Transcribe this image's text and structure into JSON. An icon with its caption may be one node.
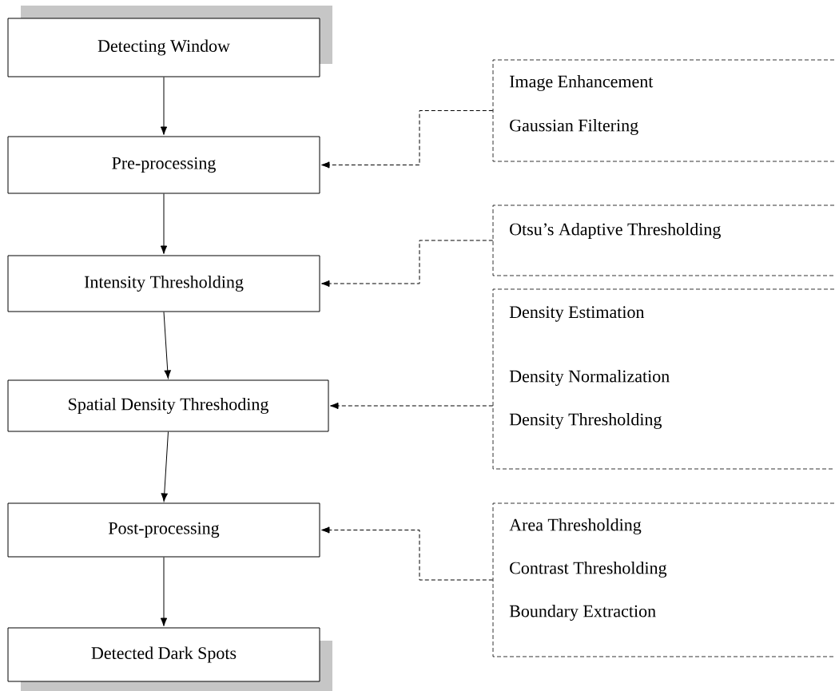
{
  "diagram": {
    "nodes": [
      {
        "text": [
          "Detecting Window"
        ]
      },
      {
        "text": [
          "Pre-processing"
        ]
      },
      {
        "text": [
          "Intensity Thresholding"
        ]
      },
      {
        "text": [
          "Spatial Density Threshoding"
        ]
      },
      {
        "text": [
          "Post-processing"
        ]
      },
      {
        "text": [
          "Detected Dark Spots"
        ]
      },
      {
        "text": [
          "Image Enhancement",
          "Gaussian Filtering"
        ]
      },
      {
        "text": [
          "Otsu’s Adaptive Thresholding"
        ]
      },
      {
        "text": [
          "Density Estimation",
          "Density Normalization",
          "Density Thresholding"
        ]
      },
      {
        "text": [
          "Area Thresholding",
          "Contrast Thresholding",
          "Boundary Extraction"
        ]
      }
    ],
    "edges": [
      {
        "from": 0,
        "to": 1,
        "arrow": "to"
      },
      {
        "from": 1,
        "to": 2,
        "arrow": "to"
      },
      {
        "from": 2,
        "to": 3,
        "arrow": "to"
      },
      {
        "from": 3,
        "to": 4,
        "arrow": "to"
      },
      {
        "from": 4,
        "to": 5,
        "arrow": "to"
      },
      {
        "from": 6,
        "to": 1,
        "arrow": "to",
        "style": "dashed"
      },
      {
        "from": 7,
        "to": 2,
        "arrow": "to",
        "style": "dashed"
      },
      {
        "from": 8,
        "to": 3,
        "arrow": "to",
        "style": "dashed"
      },
      {
        "from": 9,
        "to": 4,
        "arrow": "to",
        "style": "dashed"
      }
    ]
  }
}
